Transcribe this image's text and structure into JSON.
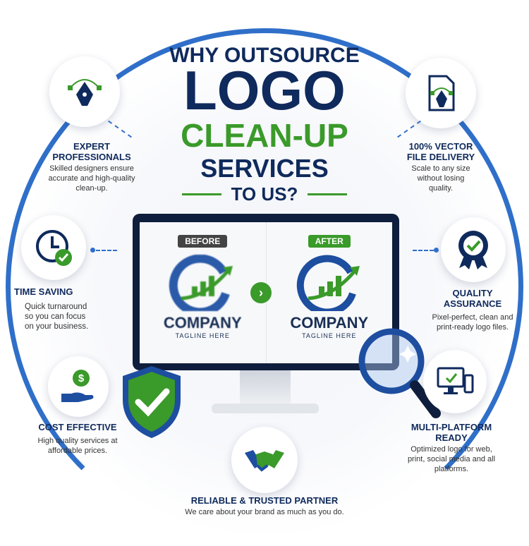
{
  "title": {
    "line1": "WHY OUTSOURCE",
    "line2": "LOGO",
    "line3": "CLEAN-UP",
    "line4": "SERVICES",
    "line5": "TO US?"
  },
  "colors": {
    "navy": "#0f2a5c",
    "green": "#3a9a2a",
    "blue": "#2f6fc9"
  },
  "features": [
    {
      "icon": "pen-tool-icon",
      "title": "EXPERT PROFESSIONALS",
      "desc": "Skilled designers ensure accurate and high-quality clean-up."
    },
    {
      "icon": "vector-file-icon",
      "title": "100% VECTOR FILE DELIVERY",
      "desc": "Scale to any size without losing quality."
    },
    {
      "icon": "clock-check-icon",
      "title": "TIME SAVING",
      "desc": "Quick turnaround so you can focus on your business."
    },
    {
      "icon": "award-badge-icon",
      "title": "QUALITY ASSURANCE",
      "desc": "Pixel-perfect, clean and print-ready logo files."
    },
    {
      "icon": "hand-dollar-icon",
      "title": "COST EFFECTIVE",
      "desc": "High quality services at affordable prices."
    },
    {
      "icon": "devices-icon",
      "title": "MULTI-PLATFORM READY",
      "desc": "Optimized logo for web, print, social media and all platforms."
    },
    {
      "icon": "handshake-icon",
      "title": "RELIABLE & TRUSTED PARTNER",
      "desc": "We care about your brand as much as you do."
    }
  ],
  "monitor": {
    "before_label": "BEFORE",
    "after_label": "AFTER",
    "company": "COMPANY",
    "tagline": "TAGLINE HERE"
  }
}
